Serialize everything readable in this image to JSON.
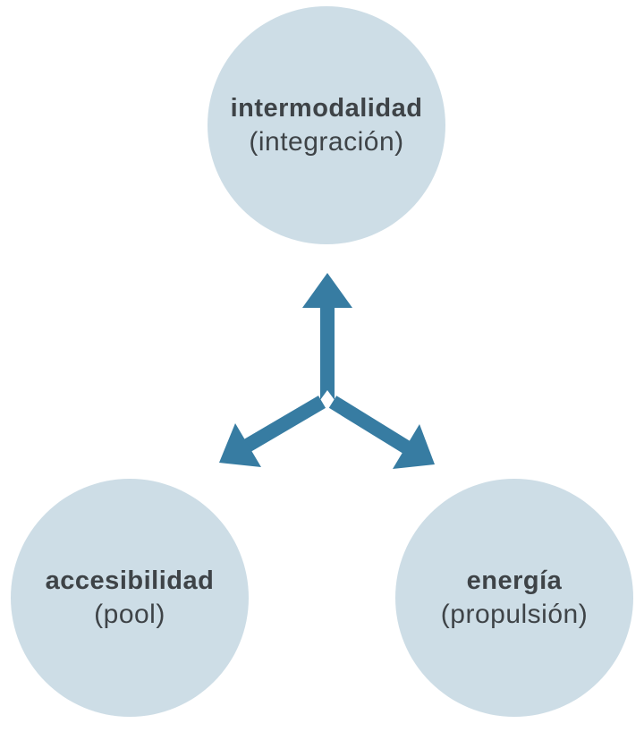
{
  "diagram": {
    "nodes": [
      {
        "id": "intermodalidad",
        "title": "intermodalidad",
        "subtitle": "(integración)",
        "position": "top"
      },
      {
        "id": "accesibilidad",
        "title": "accesibilidad",
        "subtitle": "(pool)",
        "position": "bottom-left"
      },
      {
        "id": "energia",
        "title": "energía",
        "subtitle": "(propulsión)",
        "position": "bottom-right"
      }
    ],
    "connector": {
      "type": "three-way-arrow",
      "directions": [
        "up",
        "down-left",
        "down-right"
      ]
    },
    "colors": {
      "circle_fill": "#cddde6",
      "arrow": "#377ca2",
      "text": "#3e4347",
      "background": "#ffffff"
    }
  }
}
